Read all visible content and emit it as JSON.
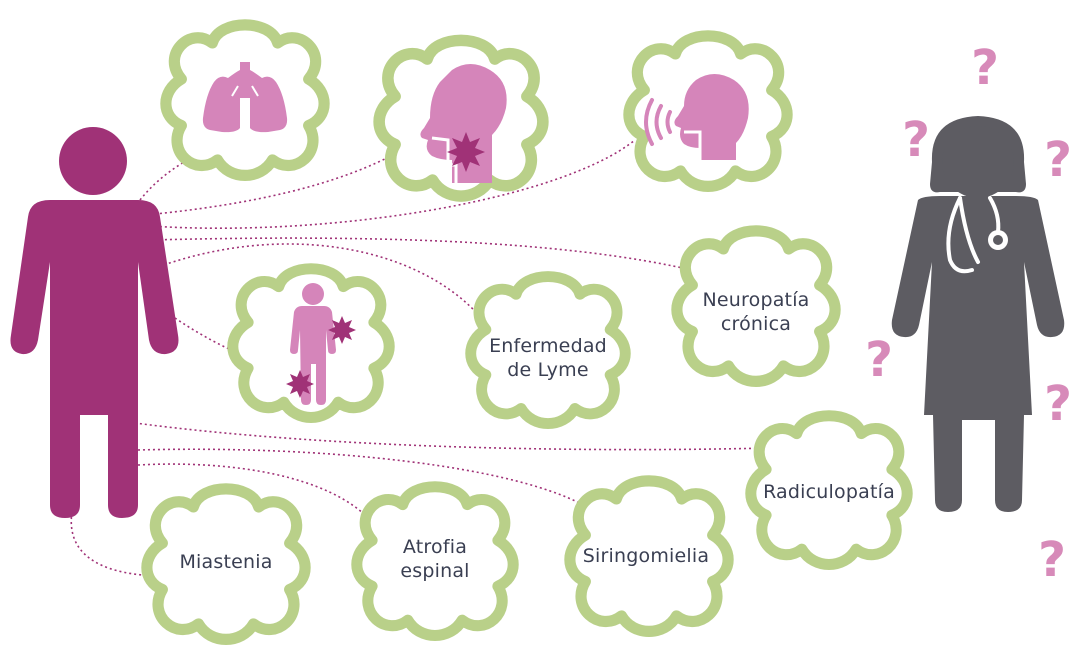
{
  "colors": {
    "cloud_stroke": "#b9d089",
    "patient": "#a03277",
    "doctor": "#5d5c62",
    "icon_pink": "#d585ba",
    "star": "#a03277",
    "connector": "#a03277",
    "question": "#d78ab9",
    "label_text": "#3a3f52"
  },
  "figures": {
    "patient": {
      "icon": "person-icon"
    },
    "doctor": {
      "icon": "doctor-with-stethoscope-icon"
    }
  },
  "clouds": [
    {
      "id": "lungs",
      "icon": "lungs-icon"
    },
    {
      "id": "throat",
      "icon": "head-throat-pain-icon"
    },
    {
      "id": "speech",
      "icon": "head-speech-icon"
    },
    {
      "id": "body-pain",
      "icon": "body-pain-icon"
    },
    {
      "id": "lyme",
      "lines": [
        "Enfermedad",
        "de Lyme"
      ]
    },
    {
      "id": "neuropathy",
      "lines": [
        "Neuropatía",
        "crónica"
      ]
    },
    {
      "id": "radiculopathy",
      "lines": [
        "Radiculopatía"
      ]
    },
    {
      "id": "myasthenia",
      "lines": [
        "Miastenia"
      ]
    },
    {
      "id": "spinal-atrophy",
      "lines": [
        "Atrofia",
        "espinal"
      ]
    },
    {
      "id": "syringomyelia",
      "lines": [
        "Siringomielia"
      ]
    }
  ],
  "question_marks": [
    "?",
    "?",
    "?",
    "?",
    "?",
    "?"
  ]
}
